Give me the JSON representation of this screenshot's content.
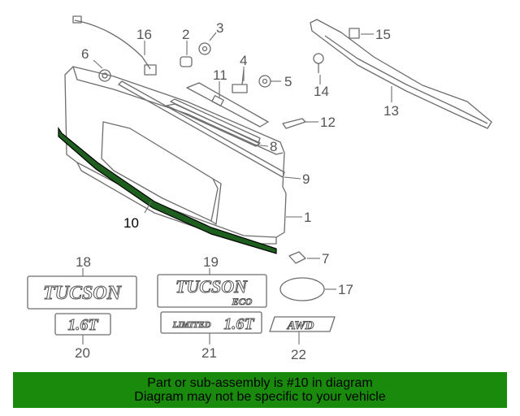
{
  "callouts": [
    "1",
    "2",
    "3",
    "4",
    "5",
    "6",
    "7",
    "8",
    "9",
    "10",
    "11",
    "12",
    "13",
    "14",
    "15",
    "16",
    "17",
    "18",
    "19",
    "20",
    "21",
    "22"
  ],
  "emblems": {
    "tucson": "TUCSON",
    "tucson_eco_name": "TUCSON",
    "tucson_eco_sub": "ECO",
    "badge_16t": "1.6T",
    "limited_word": "LIMITED",
    "limited_16t": "1.6T",
    "awd": "AWD"
  },
  "colors": {
    "highlight_part": "#1e5e1e",
    "banner_bg": "#1a8a0c"
  },
  "banner": {
    "line1": "Part or sub-assembly is #10 in diagram",
    "line2": "Diagram may not be specific to your vehicle"
  }
}
